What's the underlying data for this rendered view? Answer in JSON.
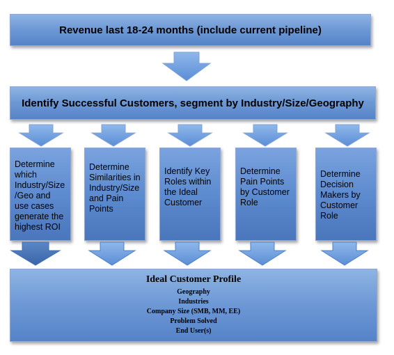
{
  "top_box": {
    "text": "Revenue last 18-24 months (include current pipeline)"
  },
  "segment_box": {
    "text": "Identify Successful Customers, segment by Industry/Size/Geography"
  },
  "columns": [
    {
      "text": "Determine which Industry/Size /Geo and use cases generate the highest ROI"
    },
    {
      "text": "Determine Similarities in Industry/Size and Pain Points"
    },
    {
      "text": "Identify Key Roles within the Ideal Customer"
    },
    {
      "text": "Determine Pain Points by Customer Role"
    },
    {
      "text": "Determine Decision Makers by Customer Role"
    }
  ],
  "profile": {
    "title": "Ideal Customer Profile",
    "items": [
      "Geography",
      "Industries",
      "Company Size (SMB, MM, EE)",
      "Problem Solved",
      "End User(s)"
    ]
  },
  "colors": {
    "box_fill": "#6f9ad6",
    "arrow_fill": "#5d8fd6",
    "arrow_fill_dark": "#3f6fb5"
  }
}
